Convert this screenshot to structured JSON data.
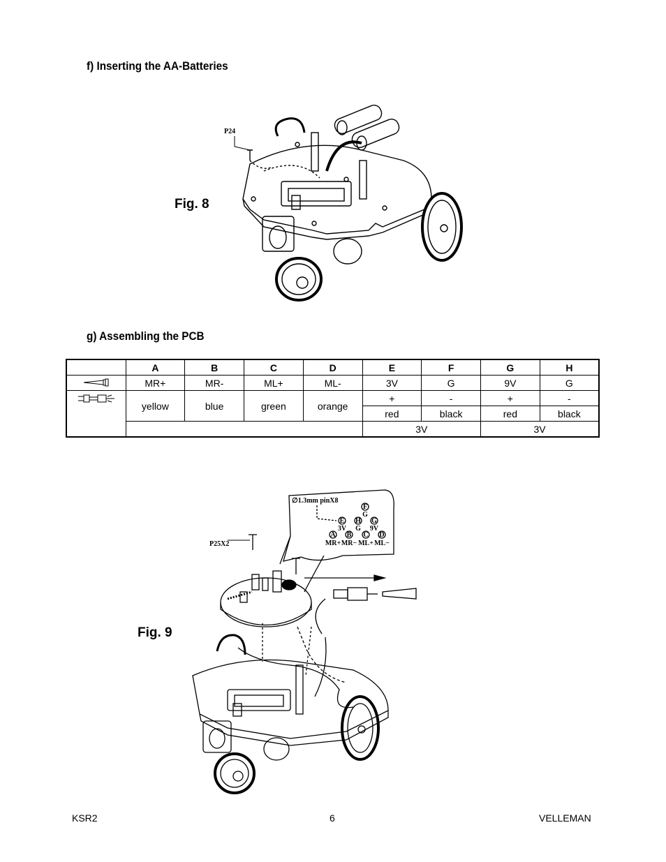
{
  "section_f": {
    "heading": "f) Inserting the AA-Batteries",
    "figure_label": "Fig. 8",
    "callout_screw": "P24"
  },
  "section_g": {
    "heading": "g) Assembling the PCB",
    "table": {
      "columns": [
        "A",
        "B",
        "C",
        "D",
        "E",
        "F",
        "G",
        "H"
      ],
      "row_pins": [
        "MR+",
        "MR-",
        "ML+",
        "ML-",
        "3V",
        "G",
        "9V",
        "G"
      ],
      "wire_colors_left": [
        "yellow",
        "blue",
        "green",
        "orange"
      ],
      "polarity": [
        "+",
        "-",
        "+",
        "-"
      ],
      "wire_colors_right": [
        "red",
        "black",
        "red",
        "black"
      ],
      "voltage_groups": [
        "3V",
        "3V"
      ],
      "pin_icon": "pin-icon",
      "connector_icon": "wire-connector-icon"
    },
    "figure_label": "Fig. 9",
    "callout_screws": "P25X2",
    "callout_pins": "∅1.3mm pinX8",
    "pcb_pin_labels": {
      "F": "F",
      "F_sub": "G",
      "E": "E",
      "E_sub": "3V",
      "H": "H",
      "H_sub": "G",
      "G": "G",
      "G_sub": "9V",
      "A": "A",
      "A_sub": "MR+",
      "B": "B",
      "B_sub": "MR−",
      "C": "C",
      "C_sub": "ML+",
      "D": "D",
      "D_sub": "ML−"
    }
  },
  "footer": {
    "left": "KSR2",
    "center": "6",
    "right": "VELLEMAN"
  }
}
